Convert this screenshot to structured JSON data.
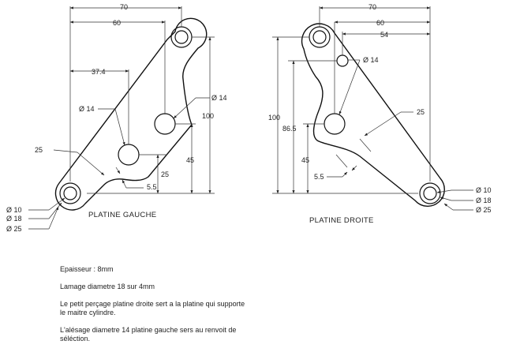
{
  "left_part": {
    "title": "PLATINE GAUCHE",
    "dims": {
      "w70": "70",
      "w60": "60",
      "w374": "37.4",
      "h100": "100",
      "h45": "45",
      "h25": "25",
      "d55": "5.5",
      "r25": "25",
      "dia14a": "Ø 14",
      "dia14b": "Ø 14",
      "dia10": "Ø 10",
      "dia18": "Ø 18",
      "dia25": "Ø 25"
    }
  },
  "right_part": {
    "title": "PLATINE DROITE",
    "dims": {
      "w70": "70",
      "w60": "60",
      "w54": "54",
      "h100": "100",
      "h865": "86.5",
      "h45": "45",
      "d55": "5.5",
      "r25": "25",
      "dia14": "Ø 14",
      "dia10": "Ø 10",
      "dia18": "Ø 18",
      "dia25": "Ø 25"
    }
  },
  "notes": [
    "Epaisseur : 8mm",
    "Lamage diametre 18 sur 4mm",
    "Le petit perçage platine droite sert a la platine qui supporte le maitre cylindre.",
    "L'alésage diametre 14 platine gauche sers au renvoit de séléction."
  ]
}
